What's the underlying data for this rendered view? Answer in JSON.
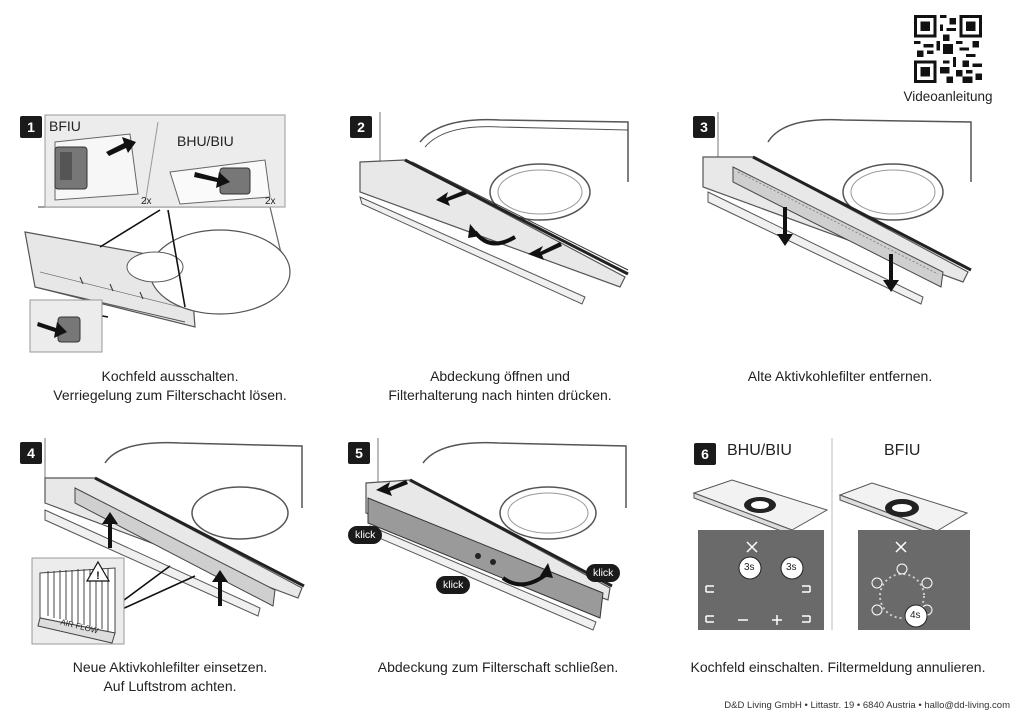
{
  "qr": {
    "label": "Videoanleitung"
  },
  "steps": [
    {
      "number": "1",
      "caption_lines": [
        "Kochfeld ausschalten.",
        "Verriegelung zum Filterschacht lösen."
      ],
      "inset_labels": [
        "BFIU",
        "BHU/BIU"
      ],
      "inset_counts": [
        "2x",
        "2x"
      ]
    },
    {
      "number": "2",
      "caption_lines": [
        "Abdeckung öffnen und",
        "Filterhalterung nach hinten drücken."
      ]
    },
    {
      "number": "3",
      "caption_lines": [
        "Alte Aktivkohlefilter entfernen."
      ]
    },
    {
      "number": "4",
      "caption_lines": [
        "Neue Aktivkohlefilter einsetzen.",
        "Auf Luftstrom achten."
      ],
      "filter_label": "AIR FLOW"
    },
    {
      "number": "5",
      "caption_lines": [
        "Abdeckung zum Filterschaft schließen."
      ],
      "klick_labels": [
        "klick",
        "klick",
        "klick"
      ]
    },
    {
      "number": "6",
      "caption_lines": [
        "Kochfeld einschalten. Filtermeldung annulieren."
      ],
      "panel_labels": [
        "BHU/BIU",
        "BFIU"
      ],
      "hold_times": [
        "3s",
        "3s",
        "4s"
      ]
    }
  ],
  "footer": "D&D Living GmbH • Littastr. 19 • 6840 Austria • hallo@dd-living.com"
}
